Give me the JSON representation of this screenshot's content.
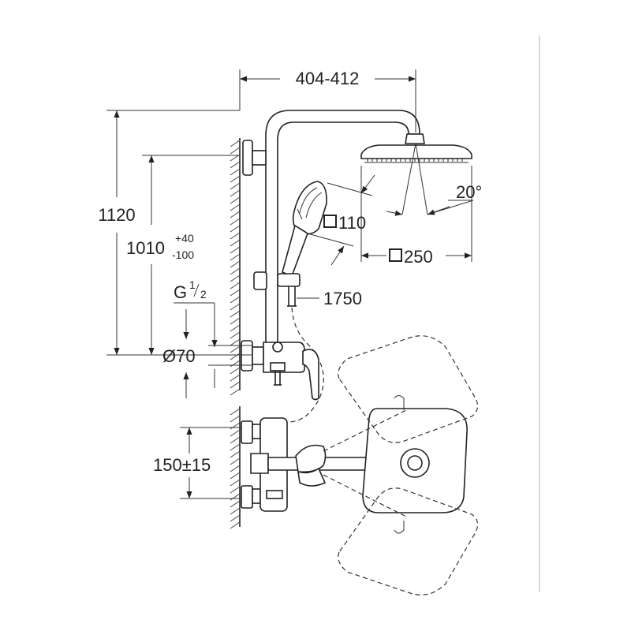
{
  "dimensions": {
    "width_top": "404-412",
    "height_total": "1120",
    "height_adjust_main": "1010",
    "height_adjust_tol_plus": "+40",
    "height_adjust_tol_minus": "-100",
    "thread_prefix": "G",
    "thread_num": "1",
    "thread_den": "2",
    "rosette_diameter": "Ø70",
    "handshower_size": "110",
    "headshower_size": "250",
    "tilt_angle": "20°",
    "hose_length": "1750",
    "center_distance": "150±15"
  },
  "colors": {
    "line": "#222222",
    "background": "#ffffff",
    "frame": "#cccccc"
  }
}
